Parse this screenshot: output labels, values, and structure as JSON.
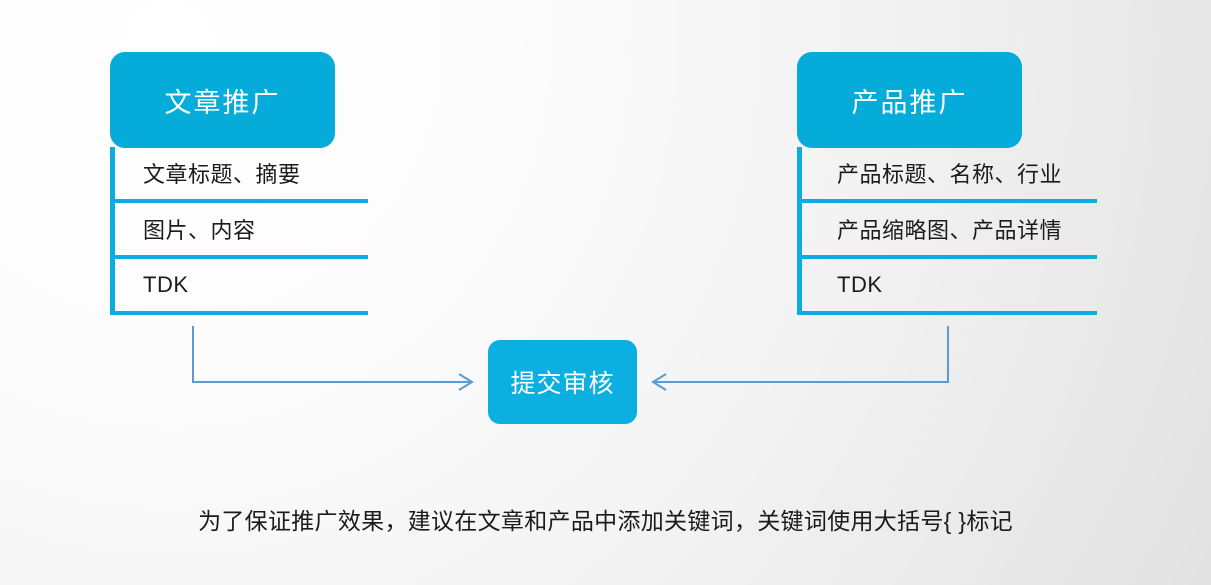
{
  "slide": {
    "colors": {
      "primary_blue": "#05abd9",
      "rail_blue": "#0aaede",
      "submit_blue": "#0cb0e0",
      "arrow_blue": "#5b9bd5",
      "text_dark": "#1b1b1b",
      "background_light": "#ffffff",
      "background_shade": "#e2e2e2"
    }
  },
  "columns": [
    {
      "key": "article",
      "header": "文章推广",
      "rows": [
        {
          "label": "文章标题、摘要"
        },
        {
          "label": "图片、内容"
        },
        {
          "label": "TDK"
        }
      ]
    },
    {
      "key": "product",
      "header": "产品推广",
      "rows": [
        {
          "label": "产品标题、名称、行业"
        },
        {
          "label": "产品缩略图、产品详情"
        },
        {
          "label": "TDK"
        }
      ]
    }
  ],
  "submit": {
    "label": "提交审核"
  },
  "caption": {
    "text": "为了保证推广效果，建议在文章和产品中添加关键词，关键词使用大括号{ }标记"
  }
}
